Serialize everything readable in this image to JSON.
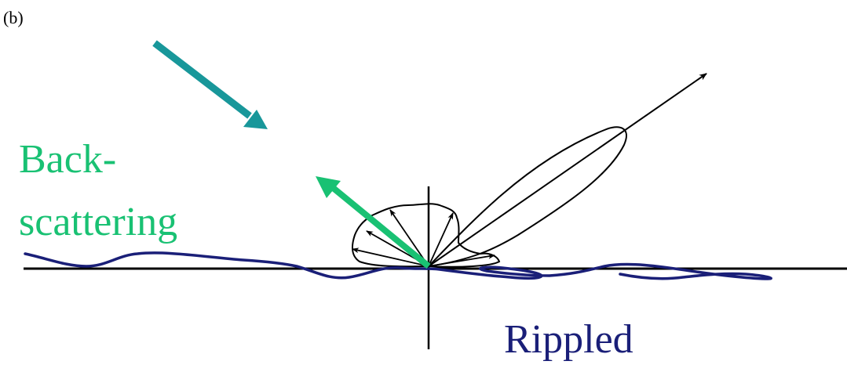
{
  "panel_label": "(b)",
  "backscatter_label": {
    "line1": "Back-",
    "line2": "scattering"
  },
  "surface_label": "Rippled",
  "colors": {
    "incident_arrow": "#18979a",
    "backscatter_arrow": "#19c173",
    "surface_wave": "#1a1f78",
    "lines": "#000000"
  }
}
